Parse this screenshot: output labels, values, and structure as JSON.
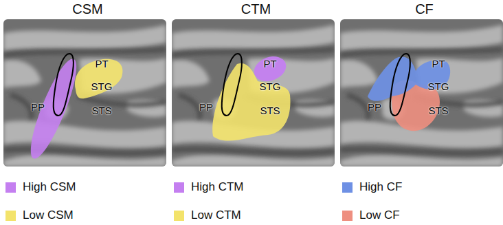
{
  "diagram": {
    "nodes": [
      {
        "text": [
          "CSM"
        ]
      },
      {
        "text": [
          "CTM"
        ]
      },
      {
        "text": [
          "CF"
        ]
      }
    ],
    "labels": [
      "PT",
      "STG",
      "PP",
      "STS",
      "PT",
      "STG",
      "PP",
      "STS",
      "PT",
      "STG",
      "PP",
      "STS"
    ],
    "legend": [
      {
        "text": "High CSM",
        "color": "#c47ff0"
      },
      {
        "text": "Low CSM",
        "color": "#f3e36b"
      },
      {
        "text": "High CTM",
        "color": "#c47ff0"
      },
      {
        "text": "Low CTM",
        "color": "#f3e36b"
      },
      {
        "text": "High CF",
        "color": "#6e90e4"
      },
      {
        "text": "Low CF",
        "color": "#ee8f80"
      }
    ]
  }
}
